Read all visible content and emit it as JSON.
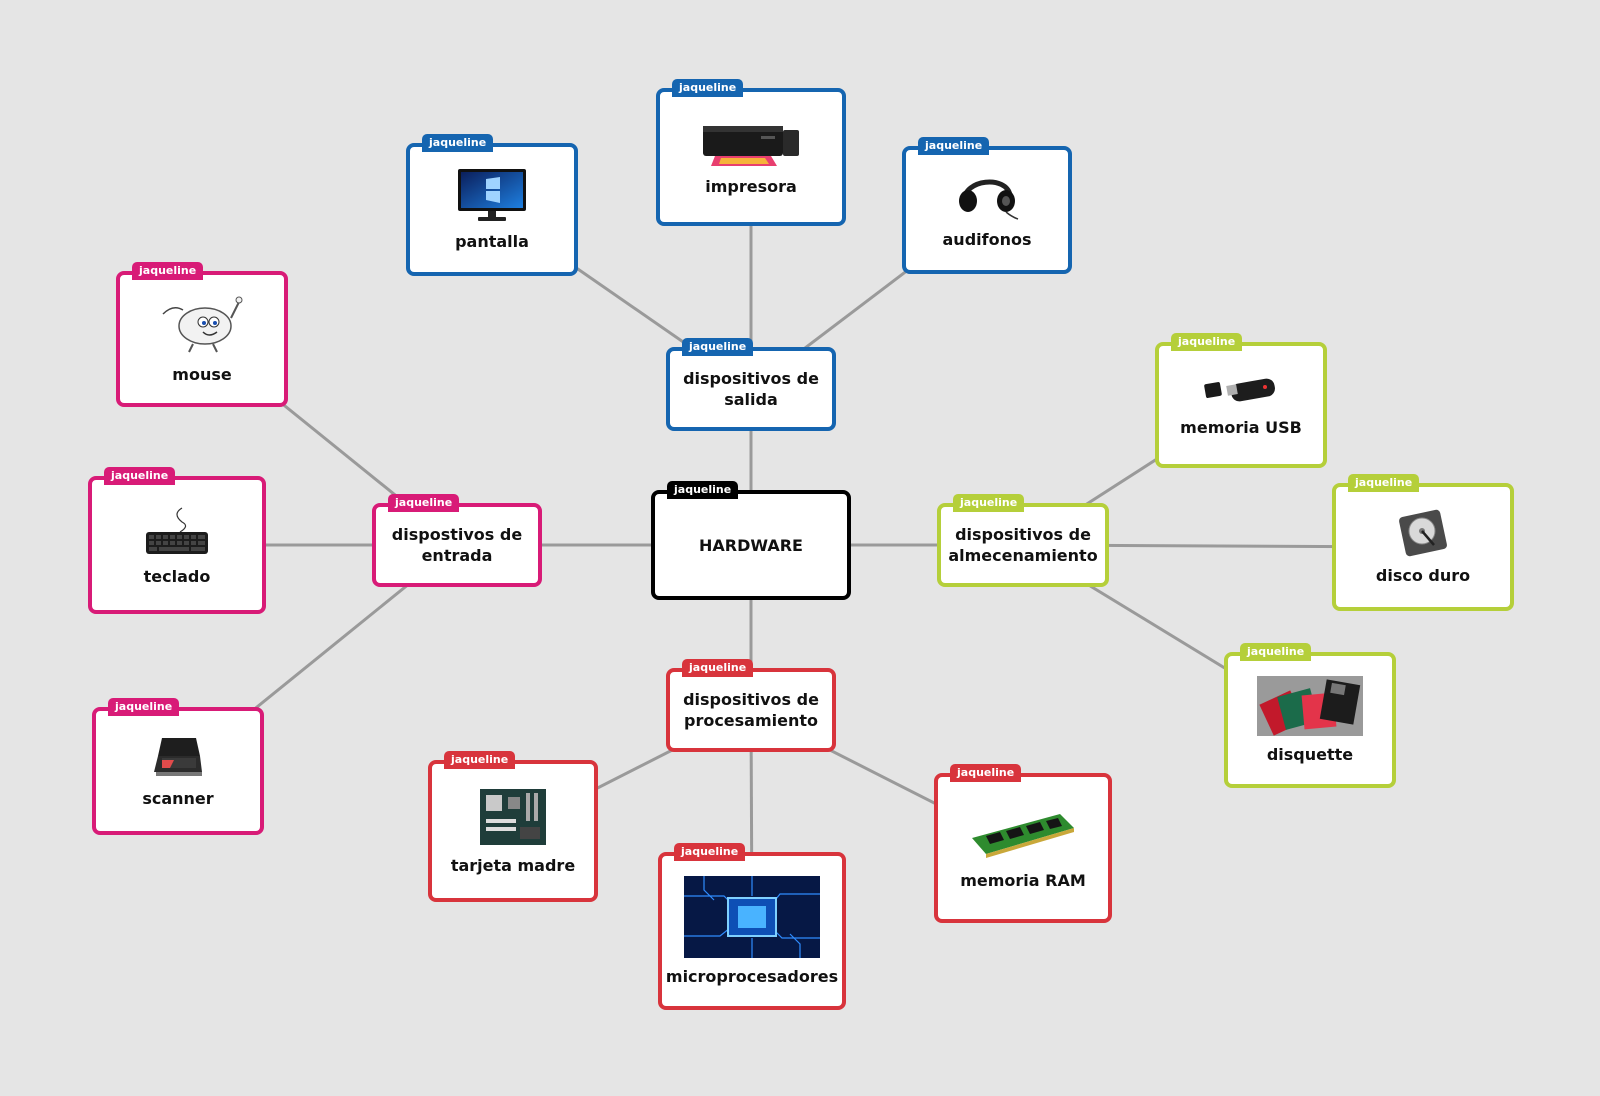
{
  "author_tag": "jaqueline",
  "colors": {
    "output": "#1565b0",
    "input": "#d81b77",
    "storage": "#b5cf3a",
    "processing": "#d8343c",
    "root": "#000000",
    "edge": "#9a9a9a"
  },
  "nodes": {
    "root": {
      "label": "HARDWARE"
    },
    "salida": {
      "label": "dispositivos de salida"
    },
    "entrada": {
      "label": "dispostivos de entrada"
    },
    "almacenamiento": {
      "label": "dispositivos de almecenamiento"
    },
    "procesamiento": {
      "label": "dispositivos de procesamiento"
    },
    "pantalla": {
      "label": "pantalla",
      "icon": "monitor-icon"
    },
    "impresora": {
      "label": "impresora",
      "icon": "printer-icon"
    },
    "audifonos": {
      "label": "audifonos",
      "icon": "headphones-icon"
    },
    "mouse": {
      "label": "mouse",
      "icon": "mouse-icon"
    },
    "teclado": {
      "label": "teclado",
      "icon": "keyboard-icon"
    },
    "scanner": {
      "label": "scanner",
      "icon": "scanner-icon"
    },
    "usb": {
      "label": "memoria USB",
      "icon": "usb-drive-icon"
    },
    "disco": {
      "label": "disco duro",
      "icon": "hard-drive-icon"
    },
    "disquette": {
      "label": "disquette",
      "icon": "floppy-disk-icon"
    },
    "madre": {
      "label": "tarjeta madre",
      "icon": "motherboard-icon"
    },
    "micro": {
      "label": "microprocesadores",
      "icon": "cpu-chip-icon"
    },
    "ram": {
      "label": "memoria RAM",
      "icon": "ram-module-icon"
    }
  },
  "edges": [
    [
      "root",
      "salida"
    ],
    [
      "root",
      "entrada"
    ],
    [
      "root",
      "almacenamiento"
    ],
    [
      "root",
      "procesamiento"
    ],
    [
      "salida",
      "pantalla"
    ],
    [
      "salida",
      "impresora"
    ],
    [
      "salida",
      "audifonos"
    ],
    [
      "entrada",
      "mouse"
    ],
    [
      "entrada",
      "teclado"
    ],
    [
      "entrada",
      "scanner"
    ],
    [
      "almacenamiento",
      "usb"
    ],
    [
      "almacenamiento",
      "disco"
    ],
    [
      "almacenamiento",
      "disquette"
    ],
    [
      "procesamiento",
      "madre"
    ],
    [
      "procesamiento",
      "micro"
    ],
    [
      "procesamiento",
      "ram"
    ]
  ]
}
